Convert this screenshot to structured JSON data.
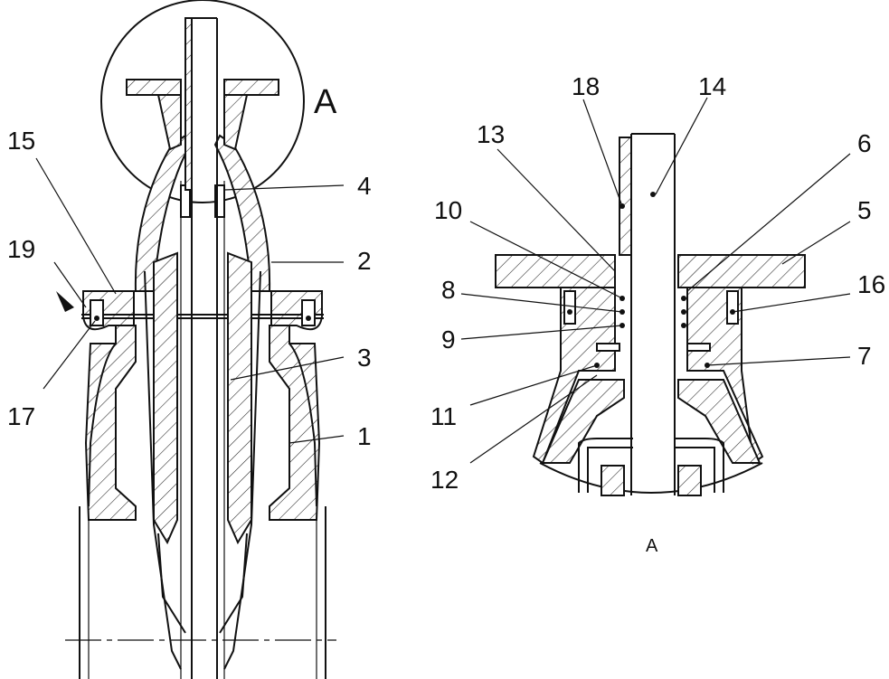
{
  "figure": {
    "detail_marker": "A",
    "detail_caption": "A",
    "left_callouts": [
      "15",
      "19",
      "17",
      "4",
      "2",
      "3",
      "1"
    ],
    "right_callouts": [
      "18",
      "14",
      "13",
      "6",
      "10",
      "5",
      "8",
      "16",
      "9",
      "7",
      "11",
      "12"
    ]
  }
}
